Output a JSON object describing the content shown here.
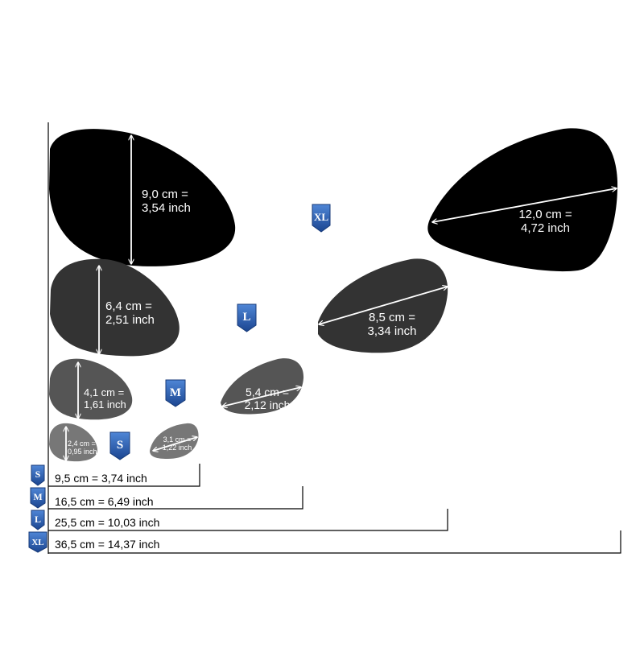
{
  "colors": {
    "xl": "#000000",
    "l": "#333333",
    "m": "#555555",
    "s": "#777777",
    "badge": "#2f64b7",
    "badge_dark": "#173a78"
  },
  "pieces": [
    {
      "size": "xl",
      "side": "left",
      "line1": "9,0 cm =",
      "line2": "3,54 inch"
    },
    {
      "size": "xl",
      "side": "right",
      "line1": "12,0 cm =",
      "line2": "4,72 inch"
    },
    {
      "size": "l",
      "side": "left",
      "line1": "6,4 cm =",
      "line2": "2,51 inch"
    },
    {
      "size": "l",
      "side": "right",
      "line1": "8,5 cm =",
      "line2": "3,34 inch"
    },
    {
      "size": "m",
      "side": "left",
      "line1": "4,1 cm =",
      "line2": "1,61 inch"
    },
    {
      "size": "m",
      "side": "right",
      "line1": "5,4 cm =",
      "line2": "2,12 inch"
    },
    {
      "size": "s",
      "side": "left",
      "line1": "2,4 cm =",
      "line2": "0,95 inch"
    },
    {
      "size": "s",
      "side": "right",
      "line1": "3,1 cm =",
      "line2": "1,22 inch"
    }
  ],
  "size_badges": {
    "xl": "XL",
    "l": "L",
    "m": "M",
    "s": "S"
  },
  "scale_bars": [
    {
      "badge": "S",
      "text": "9,5 cm = 3,74 inch"
    },
    {
      "badge": "M",
      "text": "16,5 cm = 6,49 inch"
    },
    {
      "badge": "L",
      "text": "25,5 cm = 10,03 inch"
    },
    {
      "badge": "XL",
      "text": "36,5 cm = 14,37 inch"
    }
  ]
}
